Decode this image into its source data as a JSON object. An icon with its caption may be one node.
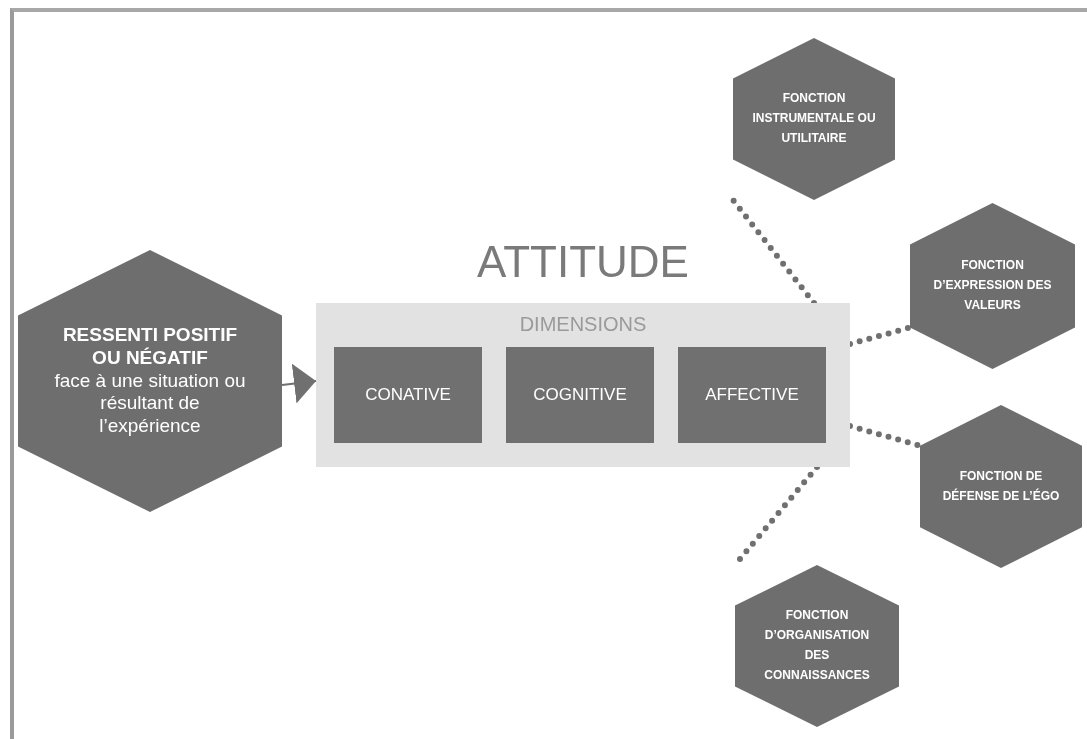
{
  "diagram": {
    "nodes": [
      {
        "text": [
          "RESSENTI POSITIF OU NÉGATIF",
          "face à une situation ou résultant de l’expérience"
        ]
      },
      {
        "text": [
          "ATTITUDE",
          "DIMENSIONS"
        ]
      },
      {
        "text": [
          "CONATIVE"
        ],
        "in": 1
      },
      {
        "text": [
          "COGNITIVE"
        ],
        "in": 1
      },
      {
        "text": [
          "AFFECTIVE"
        ],
        "in": 1
      },
      {
        "text": [
          "FONCTION INSTRUMENTALE OU UTILITAIRE"
        ]
      },
      {
        "text": [
          "FONCTION D’EXPRESSION DES VALEURS"
        ]
      },
      {
        "text": [
          "FONCTION DE DÉFENSE DE L’ÉGO"
        ]
      },
      {
        "text": [
          "FONCTION D’ORGANISATION DES CONNAISSANCES"
        ]
      }
    ],
    "edges": [
      {
        "from": 0,
        "to": 1,
        "arrow": "to"
      },
      {
        "from": 1,
        "to": 5,
        "arrow": "none",
        "style": "dashed"
      },
      {
        "from": 1,
        "to": 6,
        "arrow": "none",
        "style": "dashed"
      },
      {
        "from": 1,
        "to": 7,
        "arrow": "none",
        "style": "dashed"
      },
      {
        "from": 1,
        "to": 8,
        "arrow": "none",
        "style": "dashed"
      }
    ]
  }
}
